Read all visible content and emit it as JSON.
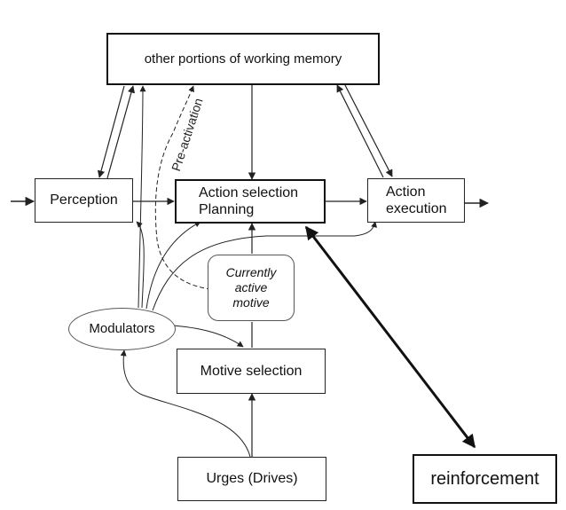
{
  "diagram": {
    "nodes": {
      "working_memory": "other portions of working memory",
      "perception": "Perception",
      "action_selection": [
        "Action selection",
        "Planning"
      ],
      "action_execution": [
        "Action",
        "execution"
      ],
      "active_motive": [
        "Currently",
        "active",
        "motive"
      ],
      "modulators": "Modulators",
      "motive_selection": "Motive selection",
      "urges": "Urges (Drives)",
      "reinforcement": "reinforcement"
    },
    "edge_labels": {
      "pre_activation": "Pre-activation"
    }
  }
}
